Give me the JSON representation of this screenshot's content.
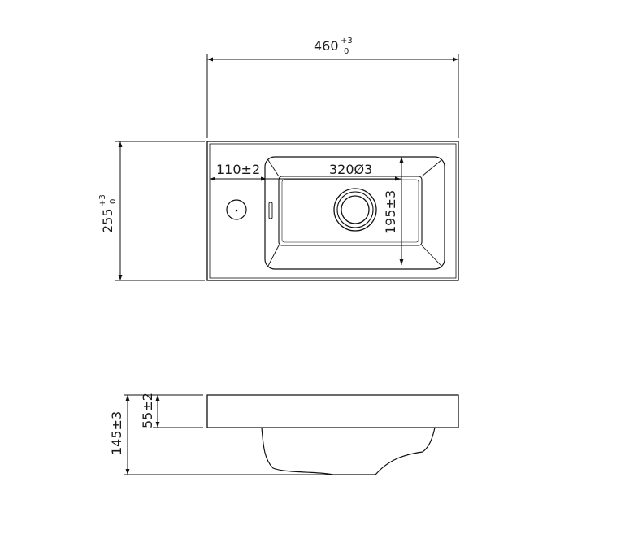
{
  "drawing": {
    "top_view": {
      "width_dim": {
        "value": "460",
        "tol_upper": "+3",
        "tol_lower": "0"
      },
      "depth_dim": {
        "value": "255",
        "tol_upper": "+3",
        "tol_lower": "0"
      },
      "tap_offset_dim": "110±2",
      "bowl_length_dim": "320Ø3",
      "bowl_width_dim": "195±3"
    },
    "side_view": {
      "height_dim": "145±3",
      "rim_dim": "55±2"
    }
  }
}
